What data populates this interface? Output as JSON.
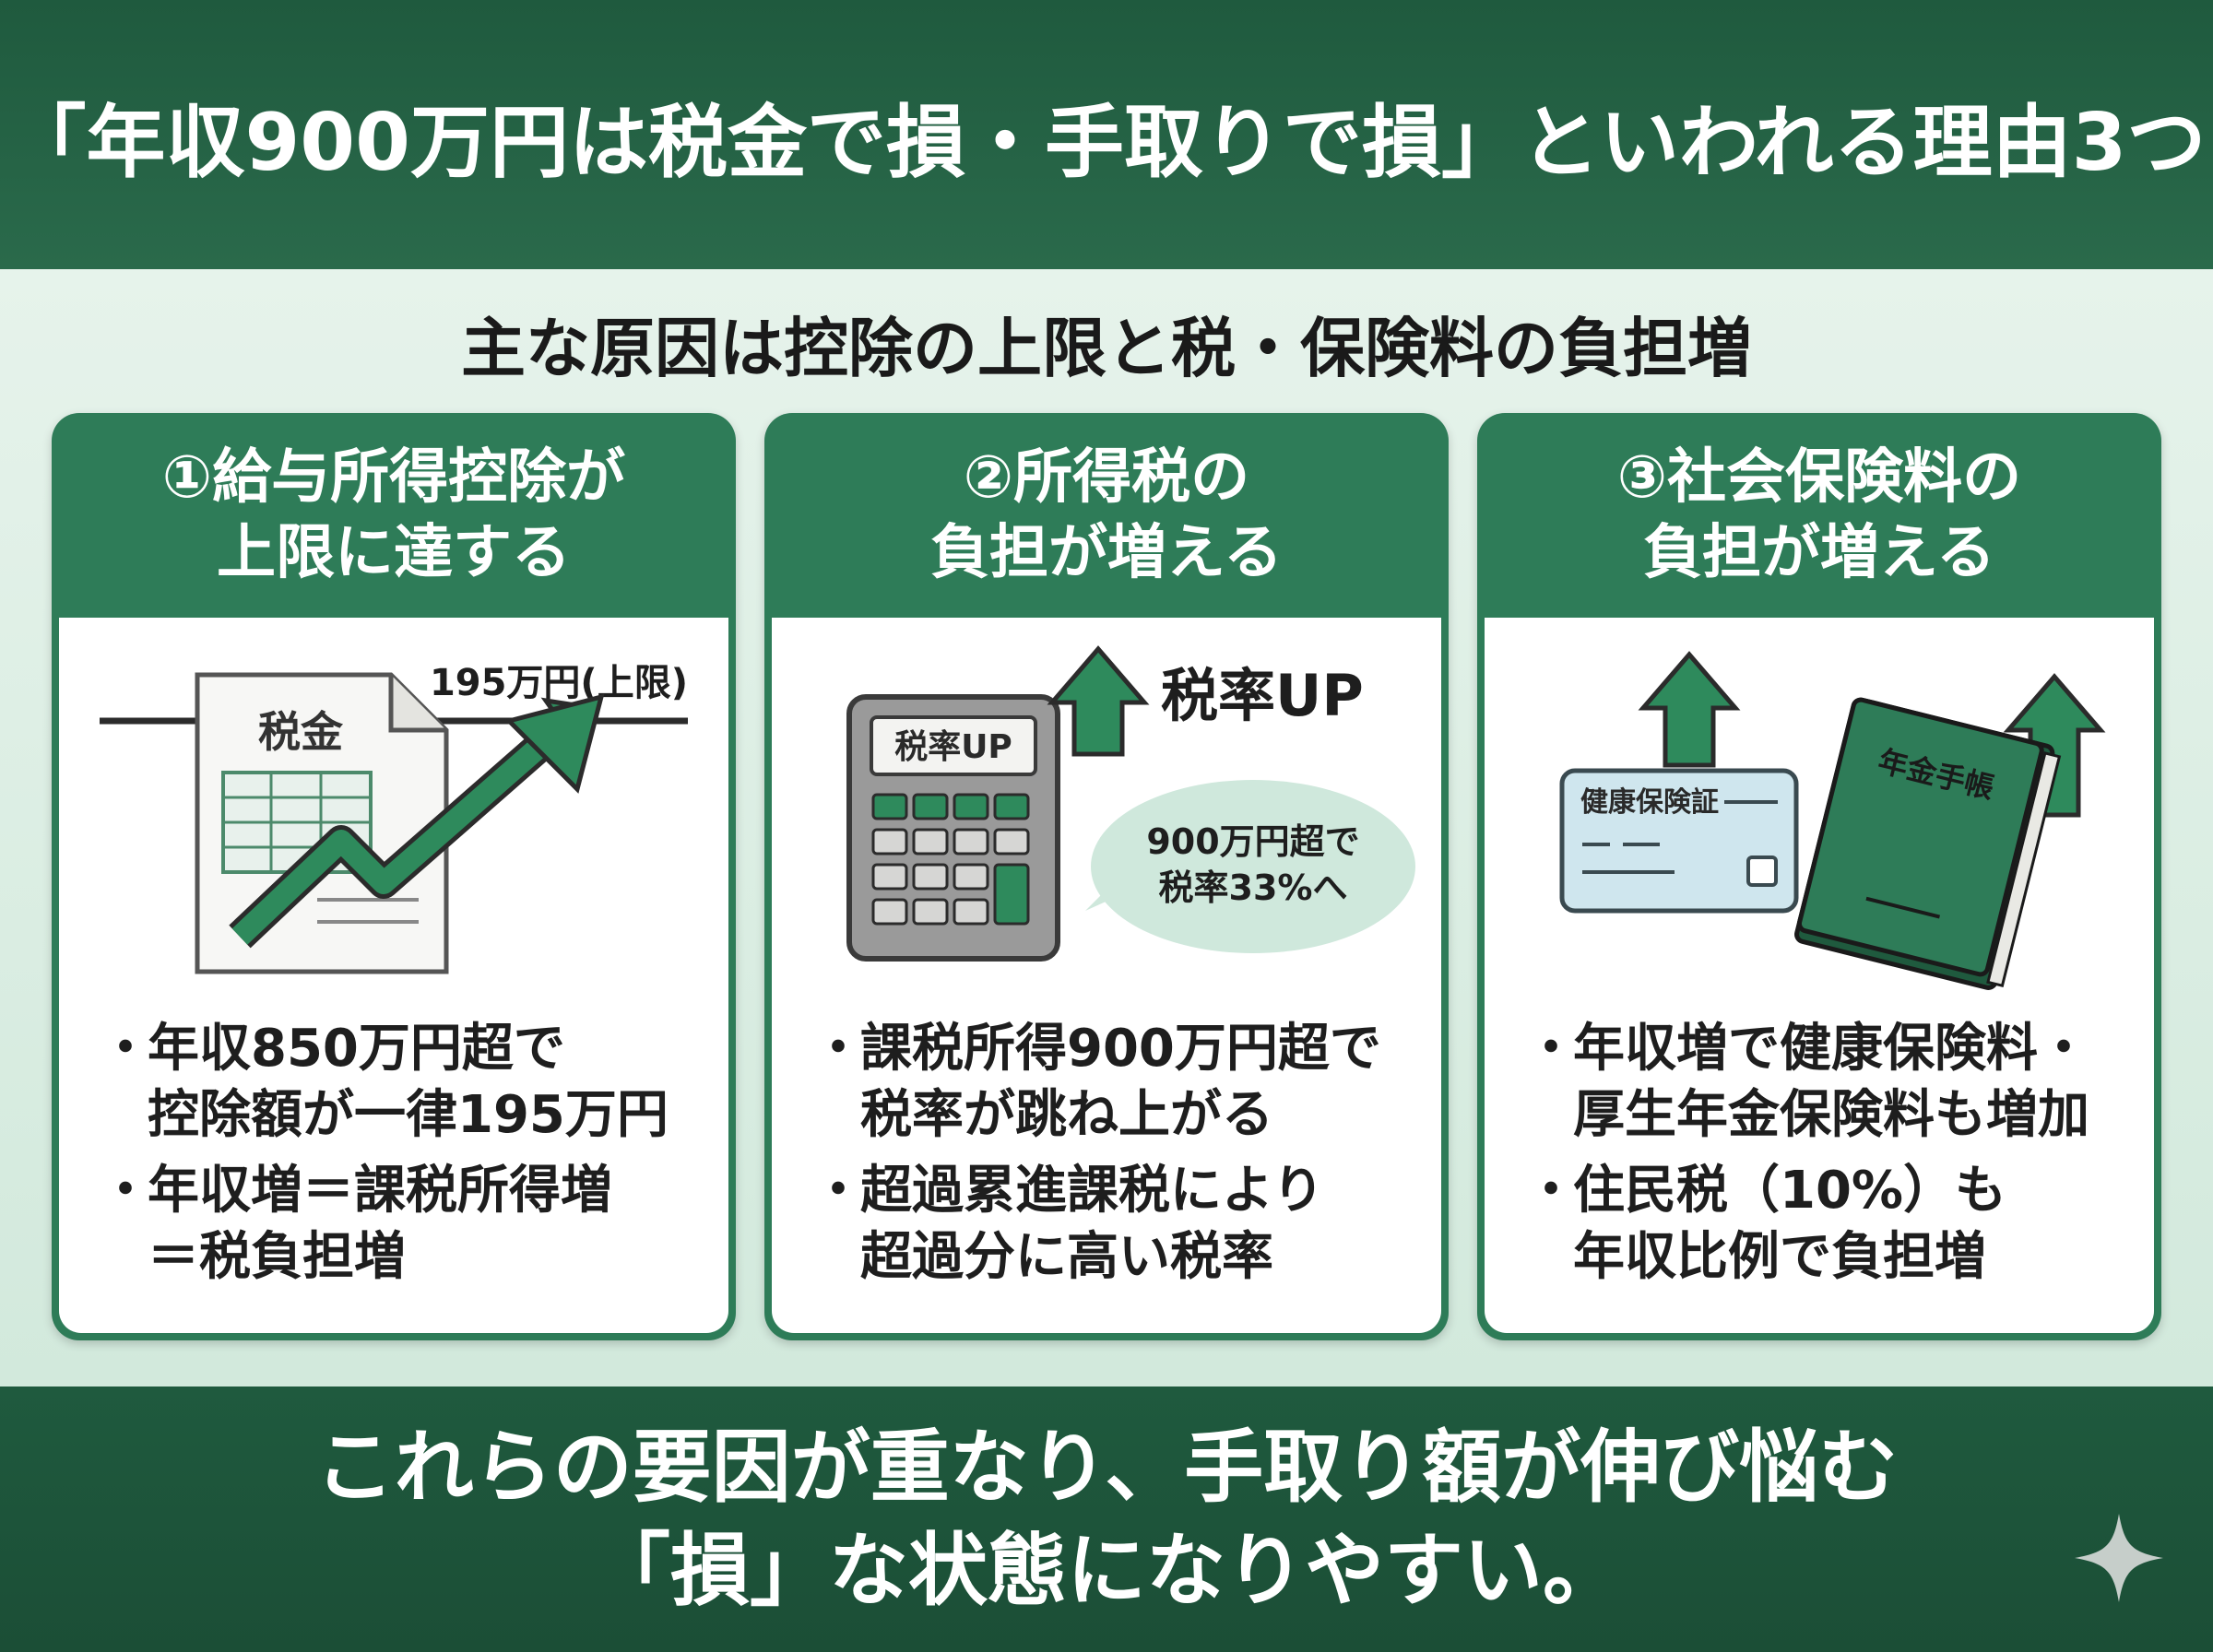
{
  "header": {
    "title": "「年収900万円は税金で損・手取りで損」といわれる理由3つ"
  },
  "subtitle": "主な原因は控除の上限と税・保険料の負担増",
  "cards": [
    {
      "title_lines": [
        "①給与所得控除が",
        "上限に達する"
      ],
      "illustration": {
        "document_label": "税金",
        "limit_label": "195万円(上限)"
      },
      "bullets": [
        {
          "lines": [
            "年収850万円超で",
            "控除額が一律195万円"
          ]
        },
        {
          "lines": [
            "年収増＝課税所得増",
            "＝税負担増"
          ]
        }
      ]
    },
    {
      "title_lines": [
        "②所得税の",
        "負担が増える"
      ],
      "illustration": {
        "calculator_label": "税率UP",
        "arrow_label": "税率UP",
        "bubble_lines": [
          "900万円超で",
          "税率33%へ"
        ]
      },
      "bullets": [
        {
          "lines": [
            "課税所得900万円超で",
            "税率が跳ね上がる"
          ]
        },
        {
          "lines": [
            "超過累進課税により",
            "超過分に高い税率"
          ]
        }
      ]
    },
    {
      "title_lines": [
        "③社会保険料の",
        "負担が増える"
      ],
      "illustration": {
        "card_label": "健康保険証",
        "book_label": "年金手帳"
      },
      "bullets": [
        {
          "lines": [
            "年収増で健康保険料・",
            "厚生年金保険料も増加"
          ]
        },
        {
          "lines": [
            "住民税（10%）も",
            "年収比例で負担増"
          ]
        }
      ]
    }
  ],
  "footer": {
    "lines": [
      "これらの要因が重なり、手取り額が伸び悩む",
      "「損」な状態になりやすい。"
    ]
  },
  "icons": [
    "document-icon",
    "trend-arrow-icon",
    "calculator-icon",
    "up-arrow-icon",
    "speech-bubble-icon",
    "insurance-card-icon",
    "pension-book-icon",
    "sparkle-icon"
  ],
  "colors": {
    "primary_green": "#2e7c58",
    "dark_green": "#1f5a3e",
    "light_bg": "#d9ede2"
  }
}
